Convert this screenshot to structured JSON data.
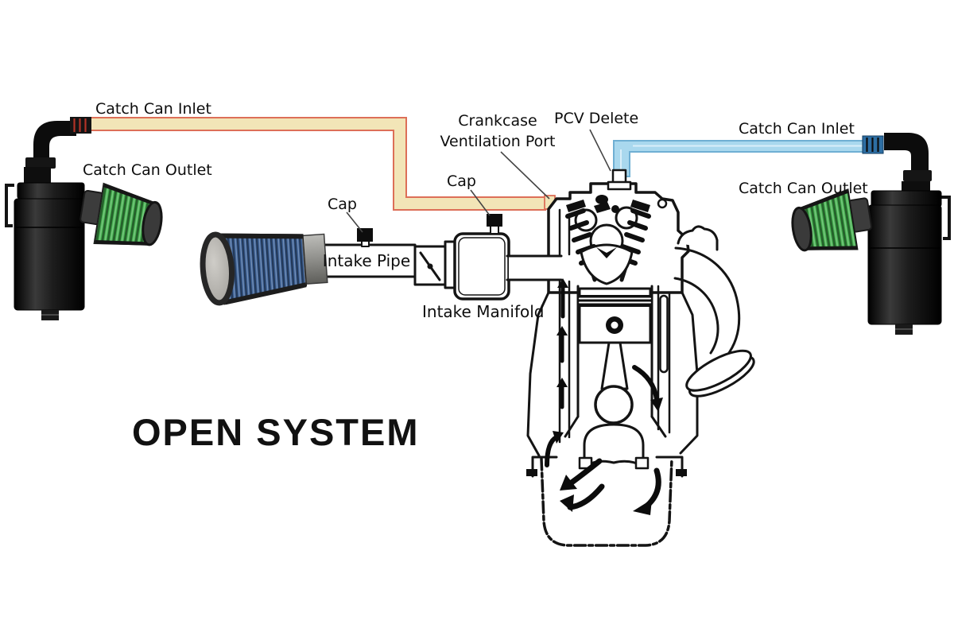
{
  "title": "OPEN SYSTEM",
  "labels": {
    "catch_can_inlet_left": "Catch Can Inlet",
    "catch_can_outlet_left": "Catch Can Outlet",
    "cap_intake_pipe": "Cap",
    "cap_intake_manifold": "Cap",
    "intake_pipe": "Intake Pipe",
    "intake_manifold": "Intake Manifold",
    "crankcase_vent_line1": "Crankcase",
    "crankcase_vent_line2": "Ventilation Port",
    "pcv_delete": "PCV Delete",
    "catch_can_inlet_right": "Catch Can Inlet",
    "catch_can_outlet_right": "Catch Can Outlet"
  },
  "colors": {
    "background": "#ffffff",
    "line_art": "#141414",
    "label_text": "#0d0d0d",
    "hose_inlet_fill": "#f2e5b7",
    "hose_inlet_stroke": "#dd6f58",
    "hose_outlet_fill": "#a9d8ee",
    "hose_outlet_stroke": "#6fafd3",
    "breather_filter_green": "#44b04e",
    "air_filter_blue": "#3e6398",
    "catch_can_black": "#111111",
    "connector_red_band": "#b23327",
    "connector_blue_band": "#2d6ea3"
  }
}
